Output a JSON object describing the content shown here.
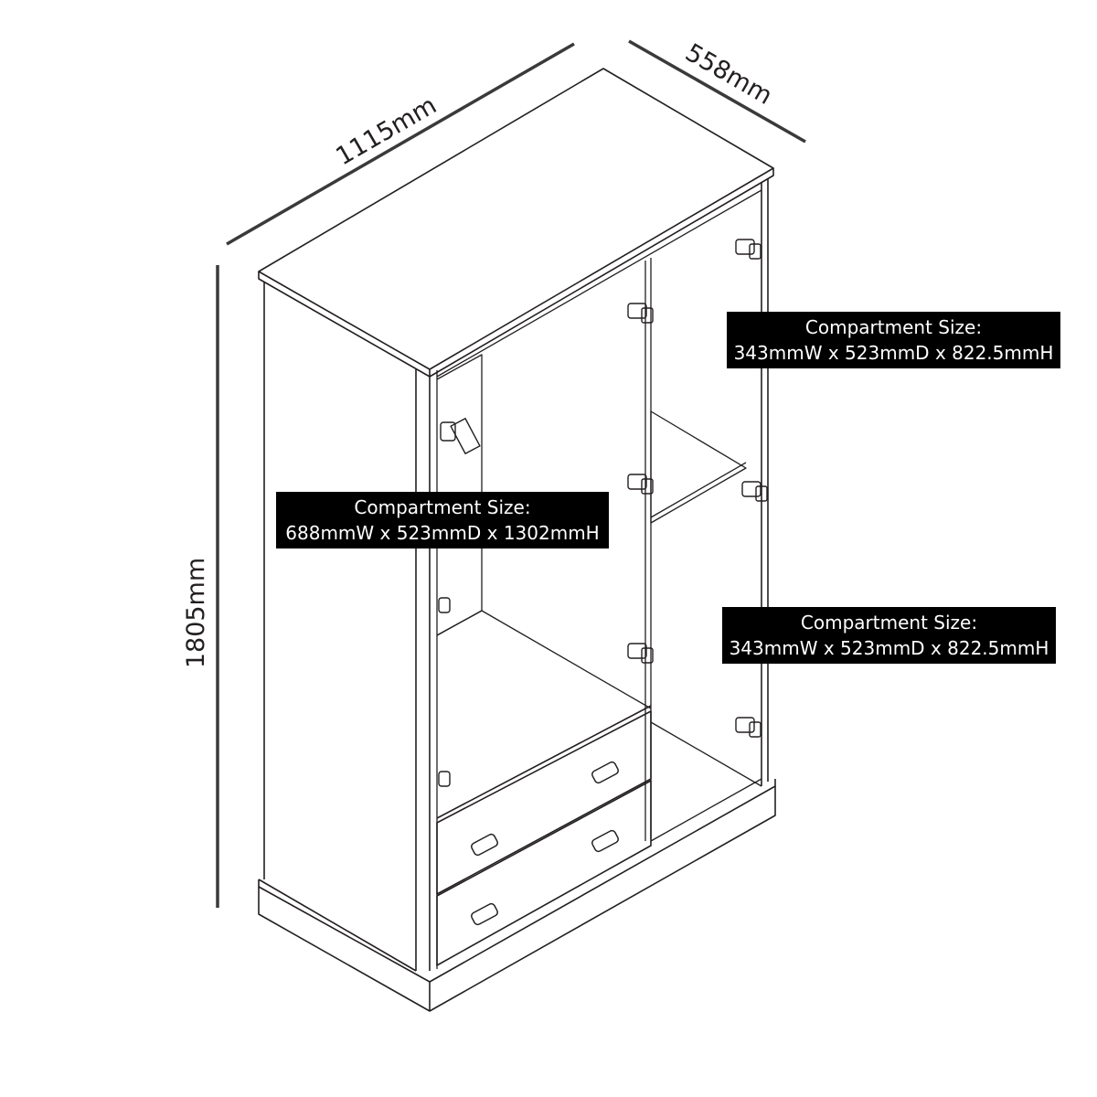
{
  "dimensions": {
    "width": "1115mm",
    "depth": "558mm",
    "height": "1805mm"
  },
  "compartments": [
    {
      "title": "Compartment Size:",
      "size": "688mmW x 523mmD x 1302mmH"
    },
    {
      "title": "Compartment Size:",
      "size": "343mmW x 523mmD x 822.5mmH"
    },
    {
      "title": "Compartment Size:",
      "size": "343mmW x 523mmD x 822.5mmH"
    }
  ],
  "colors": {
    "line": "#231f20",
    "label_bg": "#000000",
    "label_text": "#ffffff"
  }
}
